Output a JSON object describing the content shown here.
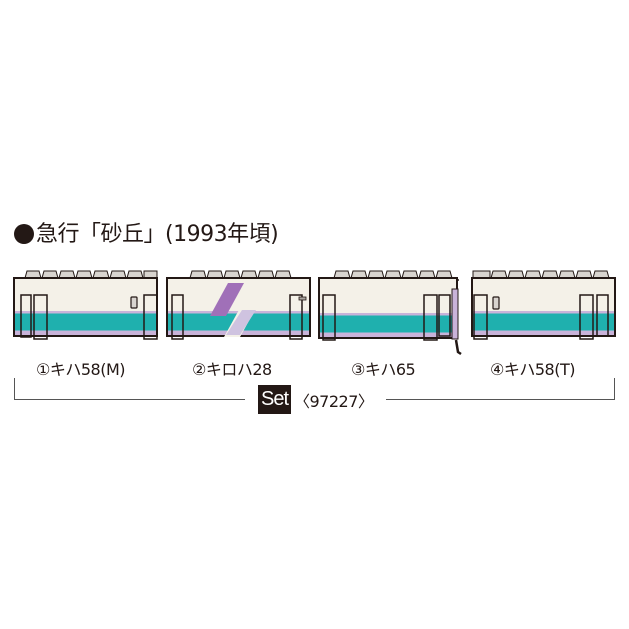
{
  "title": {
    "bullet": "●",
    "text": "急行「砂丘」(1993年頃)"
  },
  "colors": {
    "body_cream": "#f4f1e8",
    "stripe_teal": "#1fb0ae",
    "stripe_lilac": "#c9b3d9",
    "accent_purple": "#a070b8",
    "outline": "#231815",
    "roof_vent": "#d8d4cf"
  },
  "cars": [
    {
      "number": "①",
      "label": "①キハ58(M)",
      "model": "キハ58",
      "note": "M"
    },
    {
      "number": "②",
      "label": "②キロハ28",
      "model": "キロハ28",
      "note": ""
    },
    {
      "number": "③",
      "label": "③キハ65",
      "model": "キハ65",
      "note": ""
    },
    {
      "number": "④",
      "label": "④キハ58(T)",
      "model": "キハ58",
      "note": "T"
    }
  ],
  "set": {
    "badge": "Set",
    "product_number": "〈97227〉"
  }
}
